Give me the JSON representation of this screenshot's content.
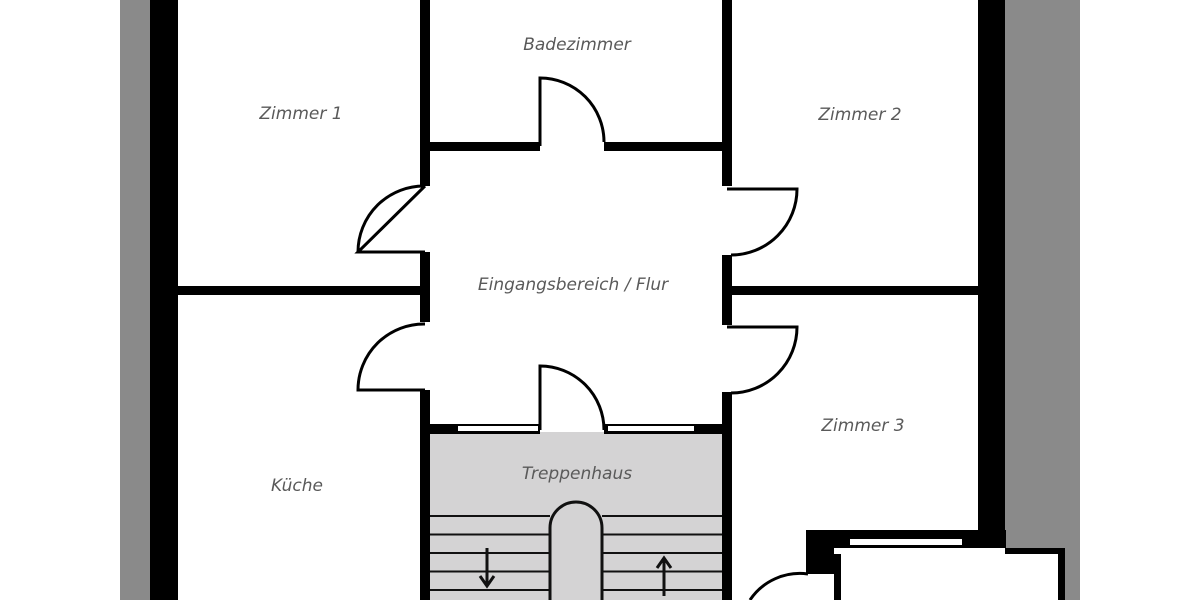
{
  "floorplan": {
    "rooms": {
      "bathroom": "Badezimmer",
      "room1": "Zimmer 1",
      "room2": "Zimmer 2",
      "room3": "Zimmer 3",
      "hallway": "Eingangsbereich / Flur",
      "kitchen": "Küche",
      "stairwell": "Treppenhaus"
    },
    "stairs": {
      "down_icon": "arrow-down-icon",
      "up_icon": "arrow-up-icon"
    },
    "colors": {
      "outside": "#8a8a8a",
      "walls": "#000000",
      "floor": "#ffffff",
      "stairwell": "#d4d3d4",
      "label_text": "#5a5a5a"
    }
  }
}
